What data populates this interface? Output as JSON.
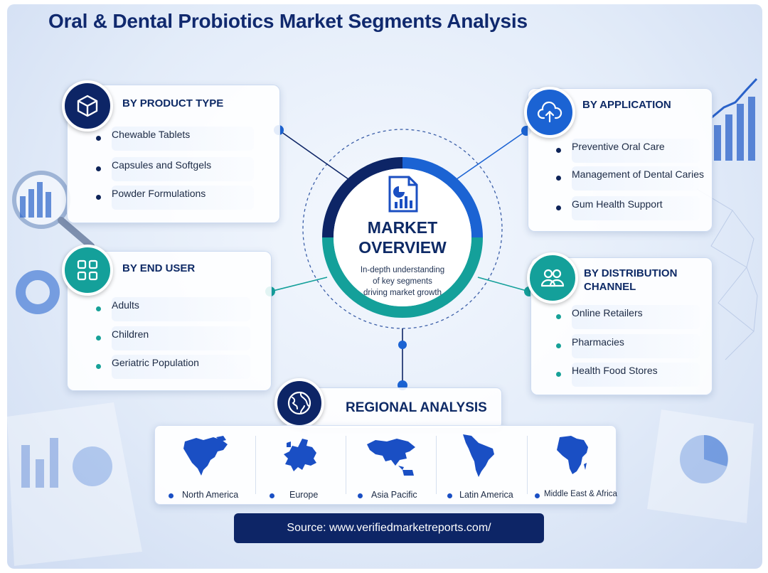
{
  "title": "Oral & Dental Probiotics Market Segments Analysis",
  "center": {
    "title_line1": "MARKET",
    "title_line2": "OVERVIEW",
    "desc_line1": "In-depth understanding",
    "desc_line2": "of key segments",
    "desc_line3": "driving market growth",
    "icon": "document-chart-icon"
  },
  "segments": {
    "product_type": {
      "title": "BY PRODUCT TYPE",
      "icon": "cube-icon",
      "items": [
        "Chewable Tablets",
        "Capsules and Softgels",
        "Powder Formulations"
      ]
    },
    "application": {
      "title": "BY APPLICATION",
      "icon": "cloud-upload-icon",
      "items": [
        "Preventive Oral Care",
        "Management of Dental Caries",
        "Gum Health Support"
      ]
    },
    "end_user": {
      "title": "BY END USER",
      "icon": "grid-icon",
      "items": [
        "Adults",
        "Children",
        "Geriatric Population"
      ]
    },
    "distribution": {
      "title_line1": "BY DISTRIBUTION",
      "title_line2": "CHANNEL",
      "icon": "users-icon",
      "items": [
        "Online Retailers",
        "Pharmacies",
        "Health Food Stores"
      ]
    }
  },
  "regional": {
    "title": "REGIONAL ANALYSIS",
    "icon": "globe-icon",
    "regions": [
      "North America",
      "Europe",
      "Asia Pacific",
      "Latin America",
      "Middle East & Africa"
    ]
  },
  "source": "Source: www.verifiedmarketreports.com/",
  "colors": {
    "navy": "#0d2566",
    "blue": "#1b63d3",
    "teal": "#14a09a",
    "title": "#10296e"
  }
}
